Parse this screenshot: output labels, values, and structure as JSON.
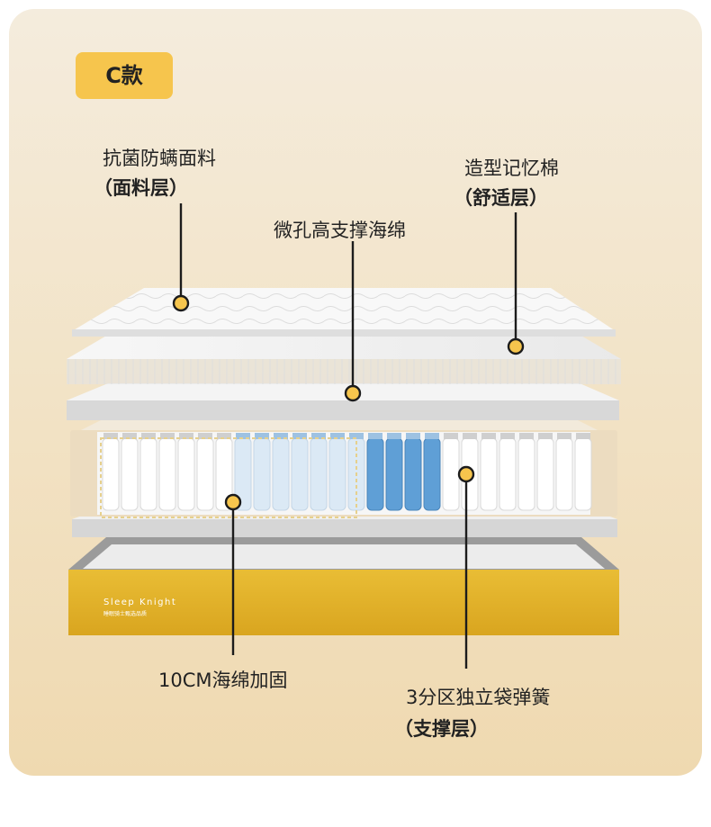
{
  "badge": "C款",
  "labels": {
    "cover": "抗菌防螨面料",
    "cover_layer": "（面料层）",
    "memory_foam": "造型记忆棉",
    "comfort_layer": "（舒适层）",
    "support_foam": "微孔高支撑海绵",
    "edge_foam": "10CM海绵加固",
    "springs": "3分区独立袋弹簧",
    "support_layer": "（支撑层）"
  },
  "brand": {
    "name": "Sleep Knight",
    "tagline": "睡眠骑士甄选品质"
  },
  "colors": {
    "badge": "#f6c54d",
    "marker": "#f6c54d",
    "base": "#e3b22b",
    "spring_blue": "#5f9fd6"
  }
}
